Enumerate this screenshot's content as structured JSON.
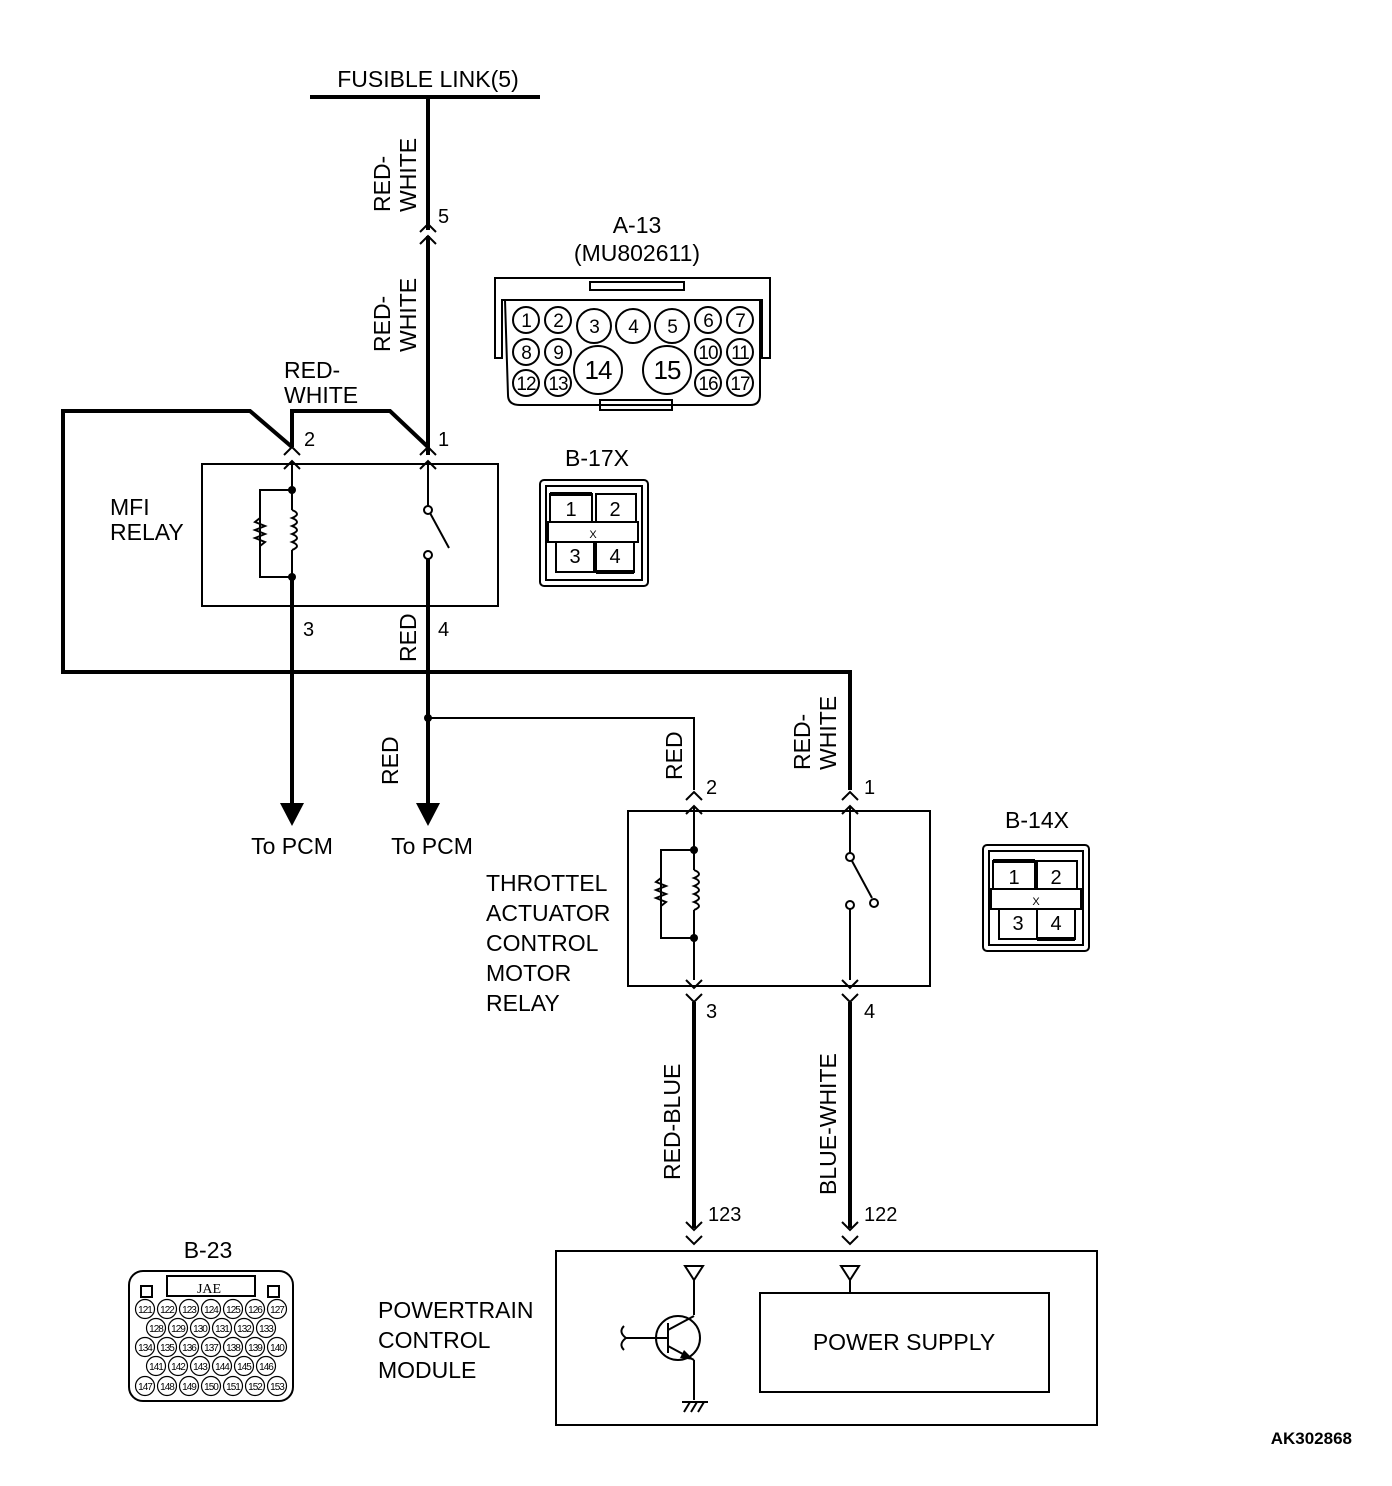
{
  "fusible_link": "FUSIBLE LINK(5)",
  "wires": {
    "red_white_top": [
      "RED-",
      "WHITE"
    ],
    "red_white_mid": [
      "RED-",
      "WHITE"
    ],
    "red_white_relay2": [
      "RED-",
      "WHITE"
    ],
    "red_mfi": "RED",
    "red_left": "RED",
    "red_tac": "RED",
    "red_white_tac": [
      "RED-",
      "WHITE"
    ],
    "red_blue": "RED-BLUE",
    "blue_white": "BLUE-WHITE"
  },
  "pins": {
    "link5": "5",
    "mfi_1": "1",
    "mfi_2": "2",
    "mfi_3": "3",
    "mfi_4": "4",
    "tac_1": "1",
    "tac_2": "2",
    "tac_3": "3",
    "tac_4": "4",
    "pcm_123": "123",
    "pcm_122": "122"
  },
  "components": {
    "mfi_relay": [
      "MFI",
      "RELAY"
    ],
    "throttle_relay": [
      "THROTTEL",
      "ACTUATOR",
      "CONTROL",
      "MOTOR",
      "RELAY"
    ],
    "pcm": [
      "POWERTRAIN",
      "CONTROL",
      "MODULE"
    ],
    "power_supply": "POWER SUPPLY",
    "to_pcm_left": "To PCM",
    "to_pcm_right": "To PCM"
  },
  "connectors": {
    "a13": {
      "title": "A-13",
      "part": "(MU802611)",
      "pins": [
        "1",
        "2",
        "3",
        "4",
        "5",
        "6",
        "7",
        "8",
        "9",
        "14",
        "15",
        "10",
        "11",
        "12",
        "13",
        "16",
        "17"
      ]
    },
    "b17x": {
      "title": "B-17X",
      "pins": [
        "1",
        "2",
        "3",
        "4"
      ]
    },
    "b14x": {
      "title": "B-14X",
      "pins": [
        "1",
        "2",
        "3",
        "4"
      ]
    },
    "b23": {
      "title": "B-23",
      "brand": "JAE",
      "pins": [
        "121",
        "122",
        "123",
        "124",
        "125",
        "126",
        "127",
        "128",
        "129",
        "130",
        "131",
        "132",
        "133",
        "134",
        "135",
        "136",
        "137",
        "138",
        "139",
        "140",
        "141",
        "142",
        "143",
        "144",
        "145",
        "146",
        "147",
        "148",
        "149",
        "150",
        "151",
        "152",
        "153"
      ]
    }
  },
  "figure_id": "AK302868"
}
